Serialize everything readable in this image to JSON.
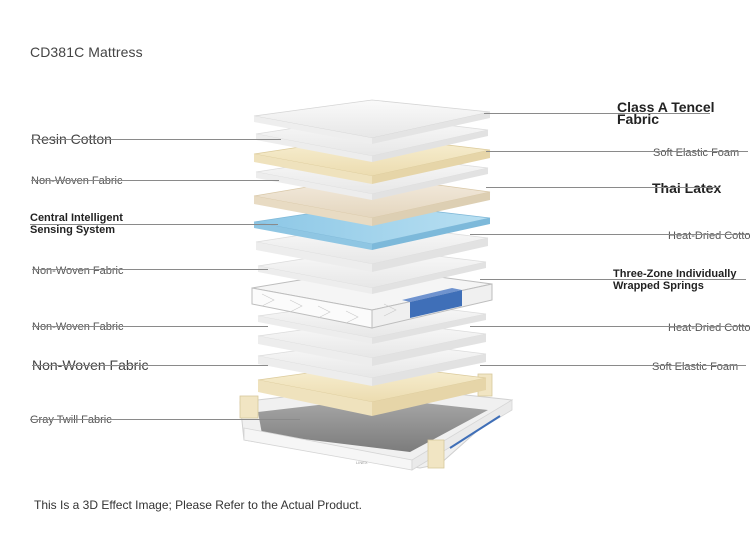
{
  "title": "CD381C Mattress",
  "footnote": "This Is a 3D Effect Image; Please Refer to the Actual Product.",
  "left_labels": [
    "Resin Cotton",
    "Non-Woven Fabric",
    "Central Intelligent\nSensing System",
    "Non-Woven Fabric",
    "Non-Woven Fabric",
    "Non-Woven Fabric",
    "Gray Twill Fabric"
  ],
  "right_labels": [
    "Class A Tencel\nFabric",
    "Soft Elastic Foam",
    "Thai Latex",
    "Heat-Dried Cotton",
    "Three-Zone Individually\nWrapped Springs",
    "Heat-Dried Cotton",
    "Soft Elastic Foam"
  ],
  "base_brand": "LINEX",
  "colors": {
    "white_layer": "#f4f4f4",
    "cream_layer": "#f3e8c6",
    "latex_layer": "#efe4d0",
    "sensing_layer": "#9cd0ea",
    "spring_blue": "#3f6fb8",
    "base_gray": "#8f8f8f"
  }
}
